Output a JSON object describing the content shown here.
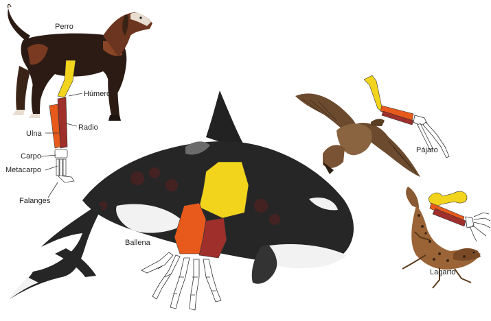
{
  "labels": {
    "perro": "Perro",
    "humero": "Húmero",
    "radio": "Radio",
    "ulna": "Ulna",
    "carpo": "Carpo",
    "metacarpo": "Metacarpo",
    "falanges": "Falanges",
    "ballena": "Ballena",
    "pajaro": "Pájaro",
    "lagarto": "Lagarto"
  },
  "bone_colors": {
    "humerus": "#f2d41c",
    "radius": "#9e2f2a",
    "ulna": "#e85a1c",
    "hand": "#ffffff"
  }
}
